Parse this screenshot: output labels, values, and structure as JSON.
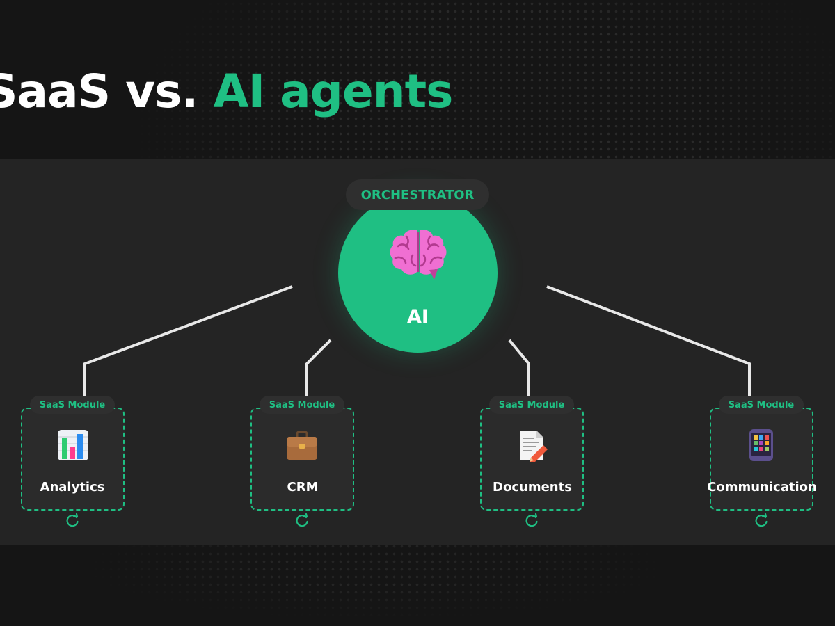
{
  "header": {
    "title_part1": "SaaS vs. ",
    "title_part2": "AI agents"
  },
  "orchestrator": {
    "badge": "ORCHESTRATOR",
    "label": "AI",
    "icon": "brain-icon"
  },
  "modules": [
    {
      "tag": "SaaS Module",
      "label": "Analytics",
      "icon": "bar-chart-icon"
    },
    {
      "tag": "SaaS Module",
      "label": "CRM",
      "icon": "briefcase-icon"
    },
    {
      "tag": "SaaS Module",
      "label": "Documents",
      "icon": "document-icon"
    },
    {
      "tag": "SaaS Module",
      "label": "Communication",
      "icon": "app-grid-icon"
    }
  ],
  "colors": {
    "accent": "#1fbf83",
    "background": "#151515",
    "panel": "#242424",
    "brain": "#f06fd2"
  }
}
